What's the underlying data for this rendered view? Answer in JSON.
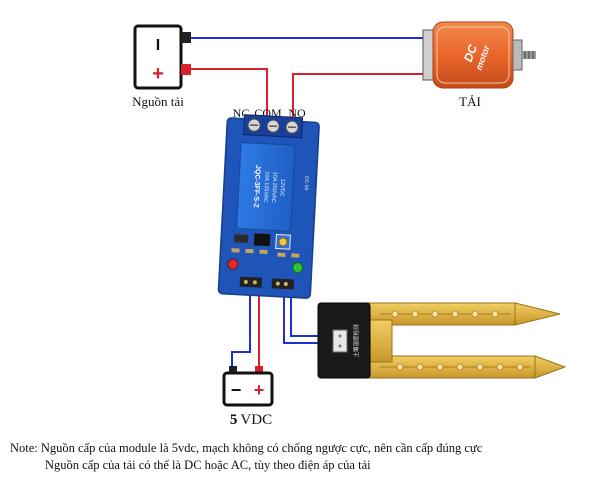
{
  "load_power": {
    "label": "Nguồn tải",
    "minus_sign": "I",
    "plus_sign": "+"
  },
  "motor": {
    "label": "TẢI",
    "line1": "DC",
    "line2": "motor"
  },
  "relay": {
    "pin_nc": "NC",
    "pin_com": "COM",
    "pin_no": "NO",
    "chip_text_1": "12VDC",
    "chip_text_2": "10A 250VAC",
    "chip_text_3": "10A 125VAC",
    "chip_text_4": "JQC-3FF-S-Z",
    "side_mark": "DC-50"
  },
  "sensor": {
    "chip_text": "土壤湿度检测"
  },
  "battery": {
    "minus_sign": "−",
    "plus_sign": "+",
    "voltage_number": "5",
    "voltage_unit": "VDC"
  },
  "note": {
    "line1": "Note: Nguồn cấp của module là    5vdc, mạch không có chống ngược cực, nên cần cấp đúng cực",
    "line2": "Nguồn cấp của tải có thể là DC hoặc AC, tùy theo điện áp của tải"
  },
  "colors": {
    "wire_blue": "#1f2fd6",
    "wire_red": "#d8202a",
    "board_blue": "#1f55b8",
    "relay_blue": "#2a6fd8",
    "motor_orange": "#e9662c",
    "sensor_gold": "#e0b23e"
  }
}
